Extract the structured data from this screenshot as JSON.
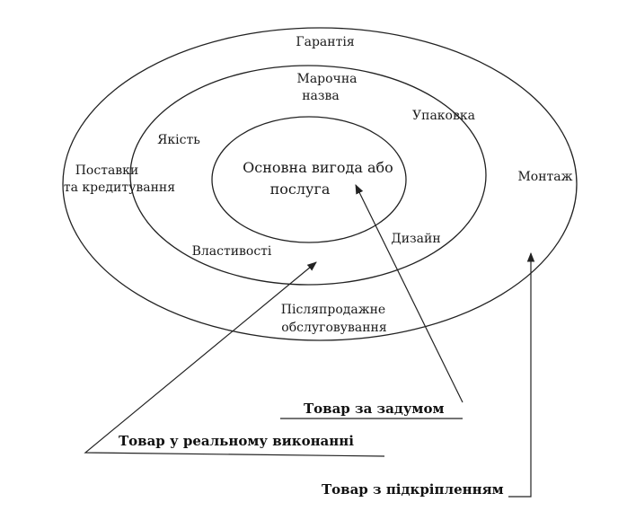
{
  "diagram": {
    "core": {
      "line1": "Основна вигода або",
      "line2": "послуга"
    },
    "middle_ring": {
      "brand_line1": "Марочна",
      "brand_line2": "назва",
      "packaging": "Упаковка",
      "quality": "Якість",
      "design": "Дизайн",
      "properties": "Властивості"
    },
    "outer_ring": {
      "warranty": "Гарантія",
      "delivery_line1": "Поставки",
      "delivery_line2": "та кредитування",
      "installation": "Монтаж",
      "after_sales_line1": "Післяпродажне",
      "after_sales_line2": "обслуговування"
    },
    "levels": {
      "by_design": "Товар за задумом",
      "actual": "Товар у реальному виконанні",
      "augmented": "Товар з підкріпленням"
    }
  }
}
